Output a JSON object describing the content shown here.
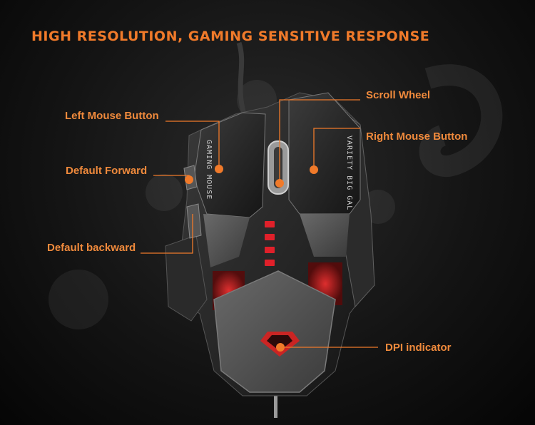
{
  "headline": "HIGH RESOLUTION, GAMING SENSITIVE RESPONSE",
  "mouse": {
    "left_side_text": "GAMING MOUSE",
    "right_side_text": "VARIETY BIG GAL"
  },
  "callouts": {
    "left_mouse_button": "Left Mouse Button",
    "default_forward": "Default Forward",
    "default_backward": "Default backward",
    "scroll_wheel": "Scroll Wheel",
    "right_mouse_button": "Right Mouse Button",
    "dpi_indicator": "DPI indicator"
  },
  "colors": {
    "accent": "#f07a2a",
    "dot": "#f07a2a",
    "led": "#e0202a"
  }
}
